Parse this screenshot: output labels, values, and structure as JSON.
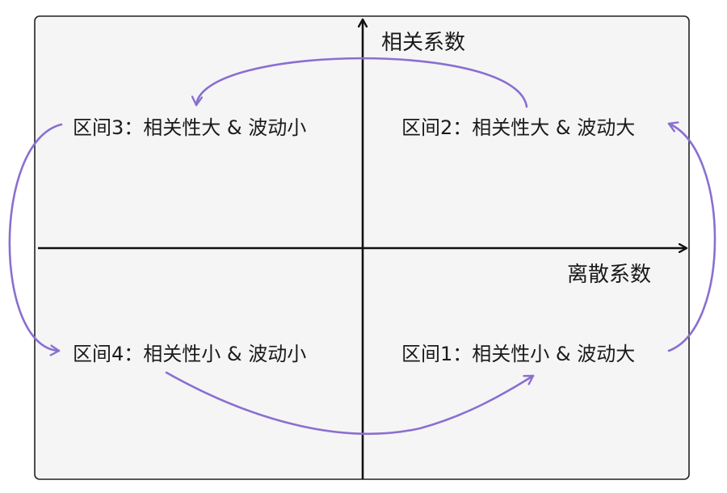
{
  "axes": {
    "y_label": "相关系数",
    "x_label": "离散系数"
  },
  "regions": {
    "q1": "区间1：相关性小 & 波动大",
    "q2": "区间2：相关性大 & 波动大",
    "q3": "区间3：相关性大 & 波动小",
    "q4": "区间4：相关性小 & 波动小"
  },
  "colors": {
    "background": "#f5f5f6",
    "frame": "#222222",
    "axis": "#111111",
    "arrow": "#8a6fd0"
  }
}
